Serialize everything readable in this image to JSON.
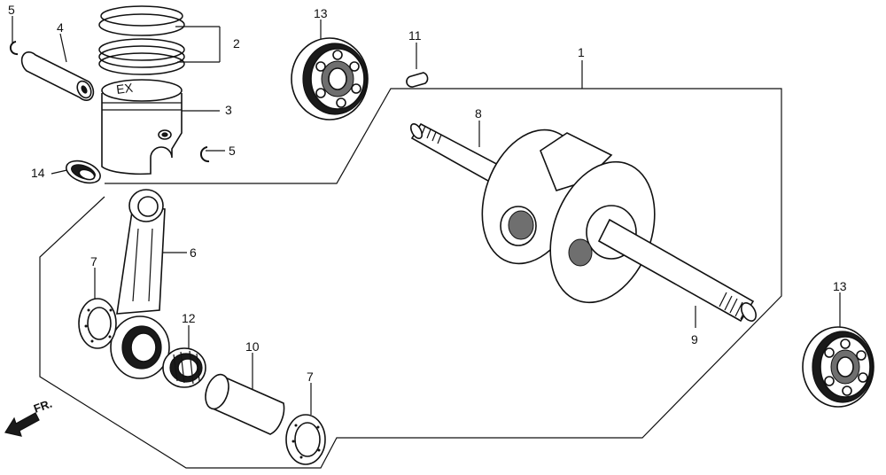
{
  "callouts": {
    "c1": "1",
    "c2": "2",
    "c3": "3",
    "c4": "4",
    "c5a": "5",
    "c5b": "5",
    "c6": "6",
    "c7a": "7",
    "c7b": "7",
    "c8": "8",
    "c9": "9",
    "c10": "10",
    "c11": "11",
    "c12": "12",
    "c13a": "13",
    "c13b": "13",
    "c14": "14"
  },
  "piston_mark": "EX",
  "front_label": "FR.",
  "colors": {
    "ink": "#111111",
    "background": "#ffffff",
    "fill_dark": "#1a1a1a"
  }
}
